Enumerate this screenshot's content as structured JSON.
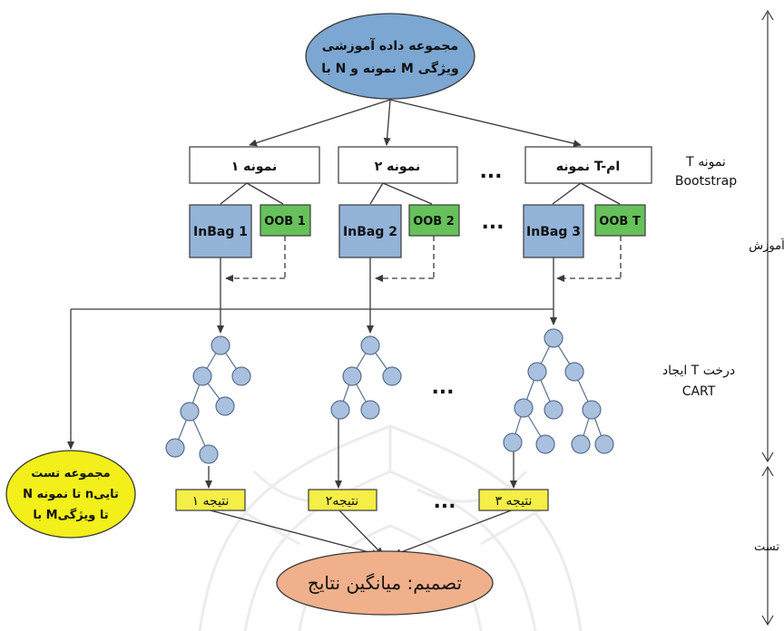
{
  "colors": {
    "dataset_fill": "#7ba7d2",
    "inbag_fill": "#93b3d8",
    "oob_fill": "#66c15a",
    "node_fill": "#a9c0df",
    "result_fill": "#f4ee47",
    "test_fill": "#f2ef1a",
    "decision_fill": "#f0b08b",
    "watermark": "#e6e6e6",
    "stroke": "#3a3a3a"
  },
  "dataset": {
    "line1": "مجموعه داده آموزشی",
    "line2": "با N نمونه و M ویژگی"
  },
  "samples": {
    "s1": "نمونه ۱",
    "s2": "نمونه ۲",
    "sT": "نمونه T-ام"
  },
  "inbags": {
    "b1": "InBag 1",
    "b2": "InBag 2",
    "b3": "InBag 3"
  },
  "oobs": {
    "o1": "OOB 1",
    "o2": "OOB 2",
    "oT": "OOB T"
  },
  "ellipsis": "...",
  "test_set": {
    "line1": "مجموعه تست",
    "line2": "N تا نمونه nتایی",
    "line3": "با Mتا ویژگی"
  },
  "results": {
    "r1": "نتیجه ۱",
    "r2": "نتیجه۲",
    "r3": "نتیجه ۳"
  },
  "decision": "تصمیم: میانگین نتایج",
  "side_labels": {
    "bootstrap_line1": "T نمونه",
    "bootstrap_line2": "Bootstrap",
    "cart_line1": "ایجاد T درخت",
    "cart_line2": "CART",
    "training": "آموزش",
    "test": "تست"
  }
}
